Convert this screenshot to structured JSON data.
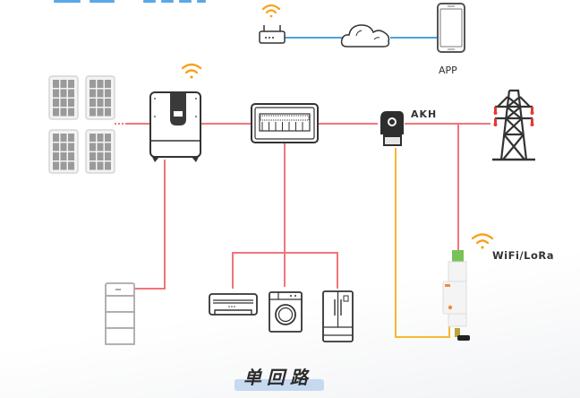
{
  "header": {
    "title_fragment_color": "#5aa8e6"
  },
  "labels": {
    "app": "APP",
    "meter": "AKH",
    "gateway": "WiFi/LoRa",
    "caption": "单回路"
  },
  "colors": {
    "power_line": "#f0757a",
    "network_line": "#4aa3df",
    "signal_line": "#f7b733",
    "wifi": "#f7a21b",
    "device_stroke": "#333333",
    "panel_fill": "#9a9a9a"
  },
  "nodes": [
    {
      "id": "router",
      "icon": "router-icon",
      "wifi": true
    },
    {
      "id": "cloud",
      "icon": "cloud-icon"
    },
    {
      "id": "phone",
      "icon": "smartphone-icon",
      "label": "APP"
    },
    {
      "id": "pv",
      "icon": "solar-panel-icon"
    },
    {
      "id": "inverter",
      "icon": "inverter-icon",
      "wifi": true
    },
    {
      "id": "distribution-box",
      "icon": "distribution-box-icon"
    },
    {
      "id": "ct",
      "icon": "current-transformer-icon",
      "label": "AKH"
    },
    {
      "id": "grid",
      "icon": "power-tower-icon"
    },
    {
      "id": "battery",
      "icon": "battery-stack-icon"
    },
    {
      "id": "ac",
      "icon": "air-conditioner-icon"
    },
    {
      "id": "washer",
      "icon": "washing-machine-icon"
    },
    {
      "id": "fridge",
      "icon": "refrigerator-icon"
    },
    {
      "id": "meter",
      "icon": "din-rail-meter-icon",
      "label": "WiFi/LoRa",
      "wifi": true
    }
  ]
}
